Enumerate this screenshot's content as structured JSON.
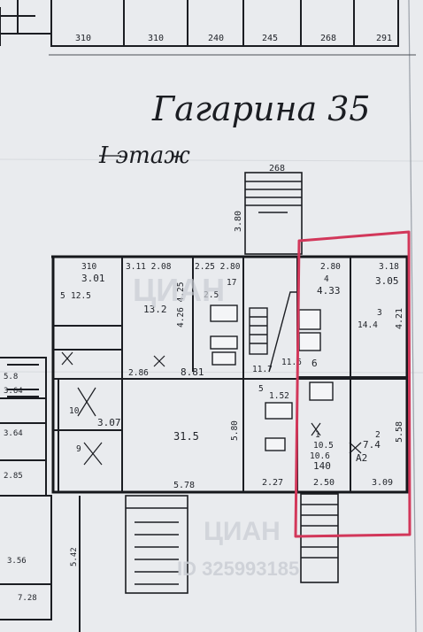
{
  "title": "Гагарина 35",
  "floor_label": "I этаж",
  "top_dims": [
    "310",
    "310",
    "240",
    "245",
    "268",
    "291"
  ],
  "stair_dim_top": "268",
  "stair_dim_side": "3.80",
  "rooms": [
    {
      "id": "r1",
      "dims": "310",
      "area": "3.01",
      "num": "5",
      "extra": "12.5"
    },
    {
      "id": "r2",
      "dims": "3.11 2.08",
      "area": "13.2",
      "extra": "4.26 4.25"
    },
    {
      "id": "r3",
      "dims": "2.25 2.80",
      "area": "17",
      "extra": "2.5"
    },
    {
      "id": "r4",
      "dims": "2.80",
      "area": "4.33",
      "num": "4"
    },
    {
      "id": "r5",
      "dims": "3.18",
      "area": "3.05",
      "num": "3",
      "extra": "14.4"
    },
    {
      "id": "r6",
      "area": "8.81",
      "extra": "2.86"
    },
    {
      "id": "r7",
      "area": "11.7"
    },
    {
      "id": "r8",
      "area": "11.6"
    },
    {
      "id": "r9",
      "num": "6"
    },
    {
      "id": "r10",
      "area": "3.07",
      "num": "10"
    },
    {
      "id": "r11",
      "area": "31.5",
      "extra": "5.80"
    },
    {
      "id": "r12",
      "area": "1.52",
      "num": "5"
    },
    {
      "id": "r13",
      "area": "10.5",
      "extra": "10.6",
      "num": "1"
    },
    {
      "id": "r14",
      "area": "7.4",
      "num": "2"
    },
    {
      "id": "r15",
      "num": "9"
    },
    {
      "id": "r16",
      "area": "140"
    },
    {
      "id": "r17",
      "area": "A2"
    }
  ],
  "bottom_dims": [
    "5.78",
    "2.27",
    "2.50",
    "3.09"
  ],
  "side_dims_right": [
    "5.58",
    "4.21"
  ],
  "left_labels": [
    "5.8",
    "3.64",
    "3.64",
    "2.85",
    "5.42",
    "3.56",
    "7.28"
  ],
  "watermark": "ID 325993185",
  "watermark_logo": "ЦИАН",
  "colors": {
    "paper": "#e9ebee",
    "ink": "#1b1d22",
    "highlight": "#d2375a"
  }
}
